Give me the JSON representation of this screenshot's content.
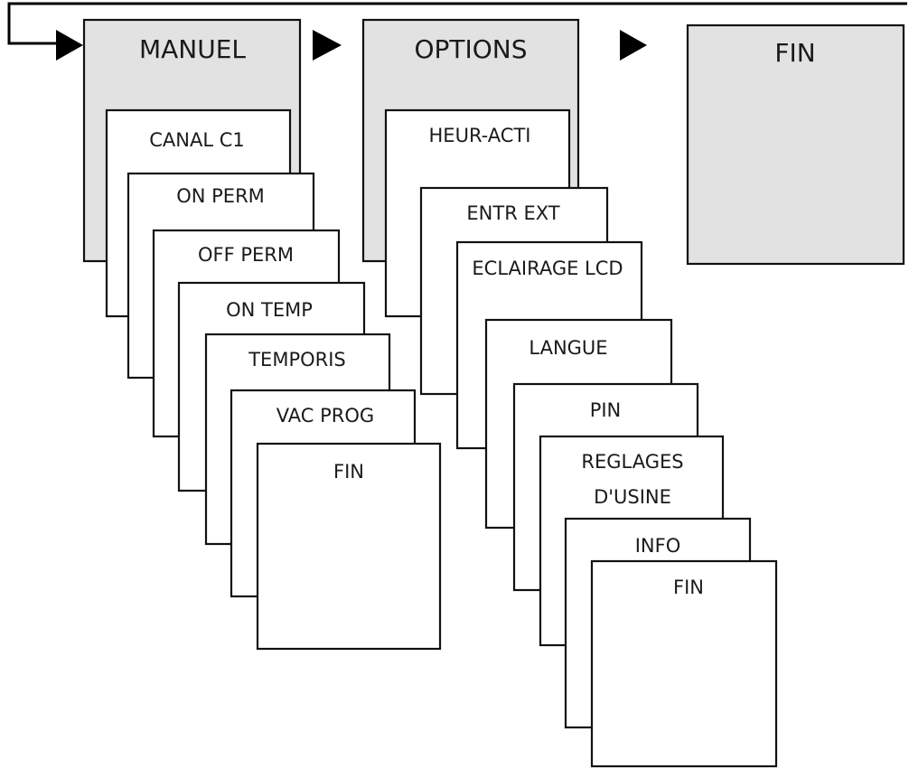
{
  "menus": {
    "manuel": {
      "title": "MANUEL",
      "items": [
        "CANAL C1",
        "ON PERM",
        "OFF PERM",
        "ON TEMP",
        "TEMPORIS",
        "VAC PROG",
        "FIN"
      ]
    },
    "options": {
      "title": "OPTIONS",
      "items": [
        "HEUR-ACTI",
        "ENTR EXT",
        "ECLAIRAGE LCD",
        "LANGUE",
        "PIN",
        "REGLAGES",
        "D'USINE",
        "INFO",
        "FIN"
      ]
    },
    "fin": {
      "title": "FIN"
    }
  },
  "colors": {
    "card_gray": "#e2e2e2",
    "card_white": "#ffffff",
    "line": "#000000"
  }
}
